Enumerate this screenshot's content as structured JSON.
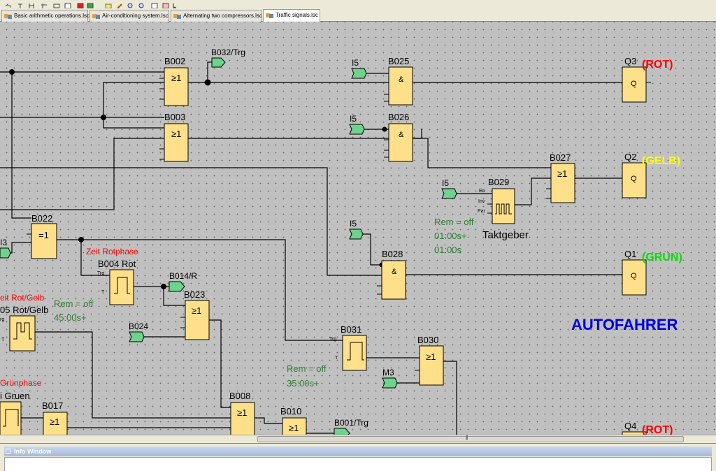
{
  "toolbar": {
    "icons": [
      "undo-icon",
      "cut-icon",
      "copy-icon",
      "paste-icon",
      "select-icon",
      "connect-icon",
      "constant-icon",
      "function-icon",
      "text-icon",
      "cut-connection-icon",
      "simulation-icon",
      "zoom-in-icon",
      "zoom-out-icon",
      "page-icon",
      "network-icon",
      "arrow-icon"
    ]
  },
  "tabs": [
    {
      "label": "Basic arithmetic operations.lsc",
      "active": false
    },
    {
      "label": "Air-conditioning system.lsc",
      "active": false
    },
    {
      "label": "Alternating two compressors.lsc",
      "active": false
    },
    {
      "label": "Traffic signals.lsc",
      "active": true
    }
  ],
  "diagram": {
    "heading": "AUTOFAHRER",
    "outputs": {
      "q3": {
        "name": "Q3",
        "color": "(ROT)"
      },
      "q2": {
        "name": "Q2",
        "color": "(GELB)"
      },
      "q1": {
        "name": "Q1",
        "color": "(GRÜN)"
      },
      "q4": {
        "name": "Q4",
        "color": "(ROT)"
      }
    },
    "output_colors": {
      "rot": "#ff0000",
      "gelb": "#ffff00",
      "gruen": "#00e000"
    },
    "blocks": {
      "b002": {
        "name": "B002",
        "symbol": "≥1"
      },
      "b003": {
        "name": "B003",
        "symbol": "≥1"
      },
      "b025": {
        "name": "B025",
        "symbol": "&"
      },
      "b026": {
        "name": "B026",
        "symbol": "&"
      },
      "b027": {
        "name": "B027",
        "symbol": "≥1"
      },
      "b028": {
        "name": "B028",
        "symbol": "&"
      },
      "b029": {
        "name": "B029",
        "description": "Taktgeber",
        "pin_en": "En",
        "pin_inv": "Inv",
        "pin_par": "Par"
      },
      "b022": {
        "name": "B022",
        "symbol": "=1"
      },
      "b004": {
        "name": "B004 Rot",
        "pin_trg": "Trg",
        "pin_t": "T"
      },
      "b023": {
        "name": "B023",
        "symbol": "≥1"
      },
      "b005": {
        "name": "05 Rot/Gelb",
        "pin_trg": "rg",
        "pin_t": "T"
      },
      "b006": {
        "name": "i Gruen"
      },
      "b017": {
        "name": "B017",
        "symbol": "≥1"
      },
      "b008": {
        "name": "B008",
        "symbol": "≥1"
      },
      "b010": {
        "name": "B010",
        "symbol": "≥1"
      },
      "b031": {
        "name": "B031",
        "pin_trg": "Trg",
        "pin_t": "T"
      },
      "b030": {
        "name": "B030",
        "symbol": "≥1"
      },
      "q_symbol": "Q"
    },
    "connectors": {
      "b032": "B032/Trg",
      "b014": "B014/R",
      "b024": "B024",
      "b001": "B001/Trg",
      "i5": "I5",
      "m3": "M3",
      "i3": "I3"
    },
    "comments": {
      "zeit_rotphase": "Zeit Rotphase",
      "zeit_rotgelb": "eit Rot/Gelb",
      "gruenphase": "Grünphase"
    },
    "parameters": {
      "b029_rem": "Rem = off",
      "b029_t1": "01:00s+",
      "b029_t2": "01:00s",
      "b005_rem": "Rem = off",
      "b005_t": "45:00s+",
      "b031_rem": "Rem = off",
      "b031_t": "35:00s+"
    },
    "colors": {
      "block_fill": "#ffe08a",
      "connector_fill": "#6ed38c",
      "comment_red": "#ff0000",
      "param_green": "#2e7d32",
      "heading_blue": "#0000dd"
    }
  },
  "info_window": {
    "title": "Info Window"
  }
}
